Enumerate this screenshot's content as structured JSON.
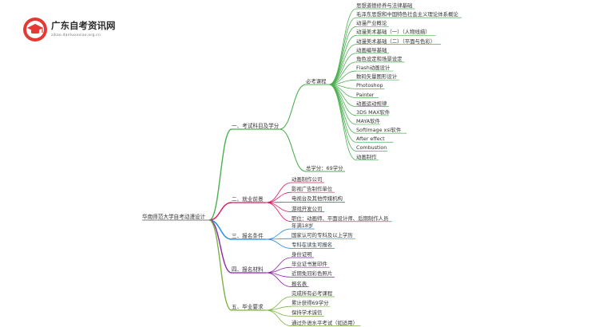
{
  "site": {
    "name": "广东自考资讯网",
    "domain": "zikao.danluoaxiao.org.cn"
  },
  "root": "华南师范大学自考动漫设计",
  "branches": [
    {
      "id": "b1",
      "label": "一、考试科目及学分",
      "color": "#4caf50",
      "groups": [
        {
          "label": "必考课程",
          "items": [
            "思想道德修养与法律基础",
            "毛泽东思想和中国特色社会主义理论体系概论",
            "动漫产业概论",
            "动漫美术基础（一）（人物线描）",
            "动漫美术基础（二）（平面与色彩）",
            "动画编导基础",
            "角色设定和场景设定",
            "Flash动画设计",
            "数码矢量图形设计",
            "Photoshop",
            "Painter",
            "动画运动规律",
            "3DS MAX软件",
            "MAYA软件",
            "Softimage xsi软件",
            "After effect",
            "Combustion",
            "动画制作"
          ]
        },
        {
          "label": "总学分：69学分",
          "items": []
        }
      ]
    },
    {
      "id": "b2",
      "label": "二、就业前景",
      "color": "#d81b60",
      "items": [
        "动画制作公司",
        "影视广告制作单位",
        "电视台及其他传媒机构",
        "游戏开发公司",
        "职位：动画师、平面设计师、后期制作人员"
      ]
    },
    {
      "id": "b3",
      "label": "三、报名条件",
      "color": "#1e88e5",
      "items": [
        "年满18岁",
        "国家认可的专科及以上学历",
        "专科在读生可报名"
      ]
    },
    {
      "id": "b4",
      "label": "四、报名材料",
      "color": "#8e24aa",
      "items": [
        "身份证明",
        "毕业证书复印件",
        "近期免冠彩色照片",
        "报名表"
      ]
    },
    {
      "id": "b5",
      "label": "五、毕业要求",
      "color": "#7cb342",
      "items": [
        "完成所有必考课程",
        "累计获得69学分",
        "保持学术诚信",
        "通过外语水平考试（如适用）"
      ]
    }
  ]
}
